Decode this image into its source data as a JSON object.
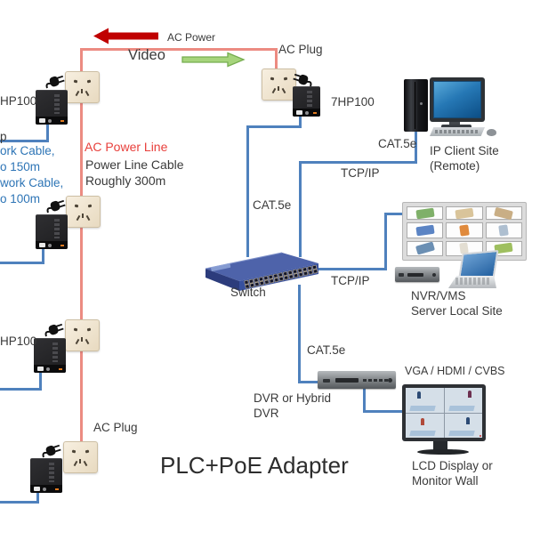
{
  "title": "PLC+PoE Adapter",
  "colors": {
    "power_arrow_red": "#c00000",
    "ac_line_red": "#ec8b82",
    "network_line_blue": "#4f81bd",
    "text_dark": "#3a3a3a",
    "text_blue": "#2e75b6",
    "text_red": "#e8403c",
    "video_arrow_green": "#a6d47c"
  },
  "header": {
    "ac_power_label": "AC Power",
    "video_label": "Video"
  },
  "left": {
    "adapter_top_fragment": "HP100",
    "text_fragment_p": "p",
    "cable_fragments": [
      "ork Cable,",
      "o 150m",
      "work Cable,",
      "o 100m"
    ],
    "ac_power_line_label": "AC Power Line",
    "power_line_cable_label": "Power Line Cable",
    "power_line_length_label": "Roughly 300m",
    "adapter_mid_fragment": "HP100",
    "ac_plug_label": "AC Plug"
  },
  "middle": {
    "ac_plug_label": "AC Plug",
    "adapter_model": "7HP100",
    "cat5e_switch_label": "CAT.5e",
    "switch_label": "Switch",
    "tcpip_client_label": "TCP/IP",
    "cat5e_client_label": "CAT.5e",
    "tcpip_nvr_label": "TCP/IP",
    "cat5e_dvr_label": "CAT.5e"
  },
  "right": {
    "ip_client_label_line1": "IP Client Site",
    "ip_client_label_line2": "(Remote)",
    "nvr_label_line1": "NVR/VMS",
    "nvr_label_line2": "Server Local Site",
    "video_out_label": "VGA / HDMI / CVBS",
    "dvr_label_line1": "DVR or Hybrid",
    "dvr_label_line2": "DVR",
    "lcd_label_line1": "LCD Display or",
    "lcd_label_line2": "Monitor Wall"
  },
  "icons": {
    "wall_outlet": "cn-5hole-socket",
    "power_plug": "ac-plug",
    "powerline_adapter": "plc-adapter-box",
    "switch": "24port-rack-switch",
    "ip_client": "tower-pc-with-monitor",
    "video_wall": "3x3-video-wall",
    "nvr": "rack-nvr",
    "laptop": "laptop",
    "dvr": "rack-dvr",
    "lcd_display": "quad-view-monitor"
  }
}
